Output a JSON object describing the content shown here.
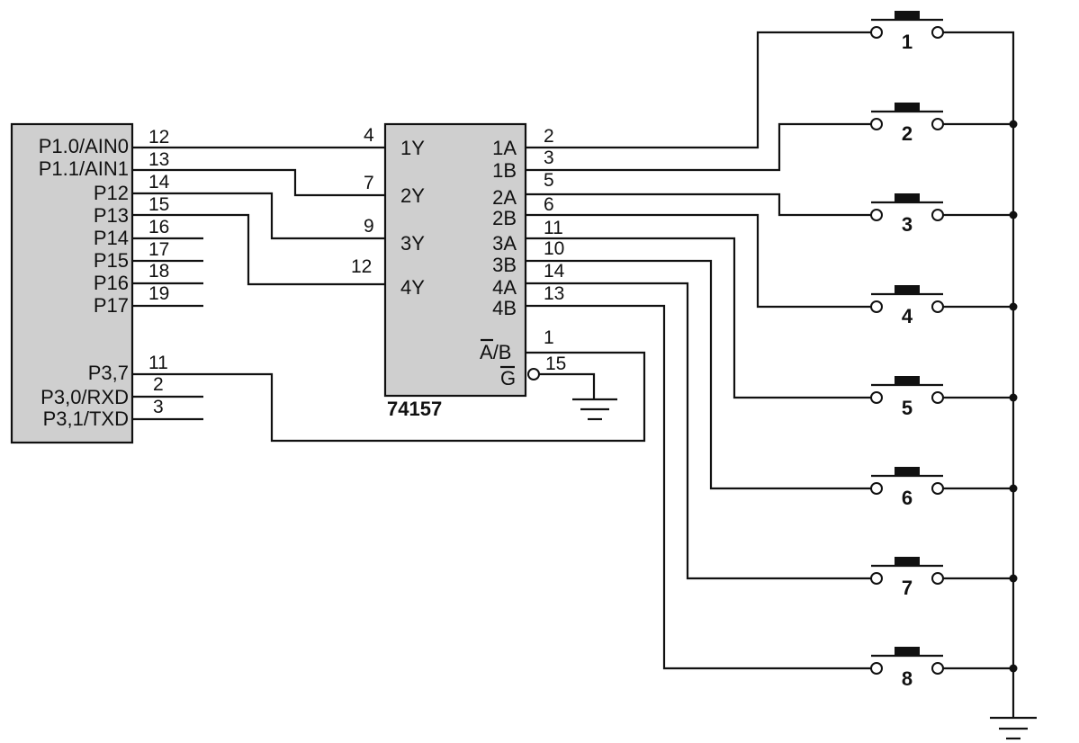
{
  "mcu": {
    "pins": [
      {
        "label": "P1.0/AIN0",
        "num": "12"
      },
      {
        "label": "P1.1/AIN1",
        "num": "13"
      },
      {
        "label": "P12",
        "num": "14"
      },
      {
        "label": "P13",
        "num": "15"
      },
      {
        "label": "P14",
        "num": "16"
      },
      {
        "label": "P15",
        "num": "17"
      },
      {
        "label": "P16",
        "num": "18"
      },
      {
        "label": "P17",
        "num": "19"
      },
      {
        "label": "P3,7",
        "num": "11"
      },
      {
        "label": "P3,0/RXD",
        "num": "2"
      },
      {
        "label": "P3,1/TXD",
        "num": "3"
      }
    ]
  },
  "mux": {
    "name": "74157",
    "outputs": [
      {
        "label": "1Y",
        "num": "4"
      },
      {
        "label": "2Y",
        "num": "7"
      },
      {
        "label": "3Y",
        "num": "9"
      },
      {
        "label": "4Y",
        "num": "12"
      }
    ],
    "inputs": [
      {
        "label": "1A",
        "num": "2"
      },
      {
        "label": "1B",
        "num": "3"
      },
      {
        "label": "2A",
        "num": "5"
      },
      {
        "label": "2B",
        "num": "6"
      },
      {
        "label": "3A",
        "num": "11"
      },
      {
        "label": "3B",
        "num": "10"
      },
      {
        "label": "4A",
        "num": "14"
      },
      {
        "label": "4B",
        "num": "13"
      }
    ],
    "select": {
      "label_a": "A",
      "label_b": "/B",
      "num": "1"
    },
    "enable": {
      "label": "G",
      "num": "15"
    }
  },
  "buttons": [
    "1",
    "2",
    "3",
    "4",
    "5",
    "6",
    "7",
    "8"
  ]
}
